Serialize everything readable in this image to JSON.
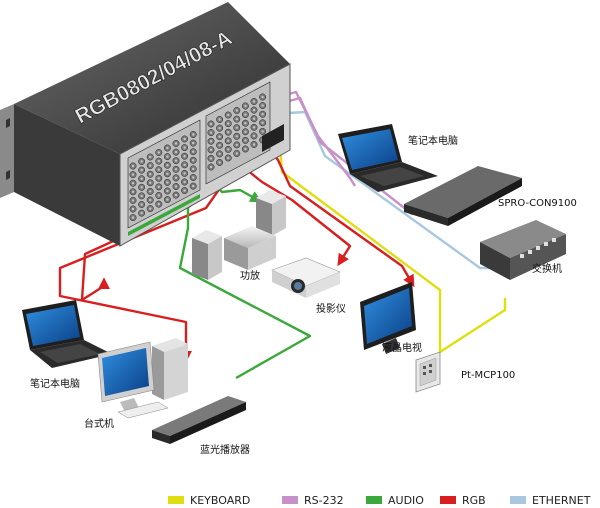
{
  "device_label": "RGB0802/04/08-A",
  "labels": {
    "laptop_right": "笔记本电脑",
    "spro": "SPRO-CON9100",
    "switch": "交换机",
    "amplifier": "功放",
    "projector": "投影仪",
    "laptop_left": "笔记本电脑",
    "lcd_tv": "液晶电视",
    "pt_mcp": "Pt-MCP100",
    "desktop": "台式机",
    "bluray": "蓝光播放器"
  },
  "legend": [
    {
      "label": "KEYBOARD",
      "color": "#dede10"
    },
    {
      "label": "RS-232",
      "color": "#c890c8"
    },
    {
      "label": "AUDIO",
      "color": "#3aa83a"
    },
    {
      "label": "RGB",
      "color": "#d81e1e"
    },
    {
      "label": "ETHERNET",
      "color": "#a8c8e0"
    }
  ],
  "colors": {
    "keyboard": "#dede10",
    "rs232": "#c890c8",
    "audio": "#3aa83a",
    "rgb": "#d81e1e",
    "ethernet": "#a8c8e0"
  }
}
